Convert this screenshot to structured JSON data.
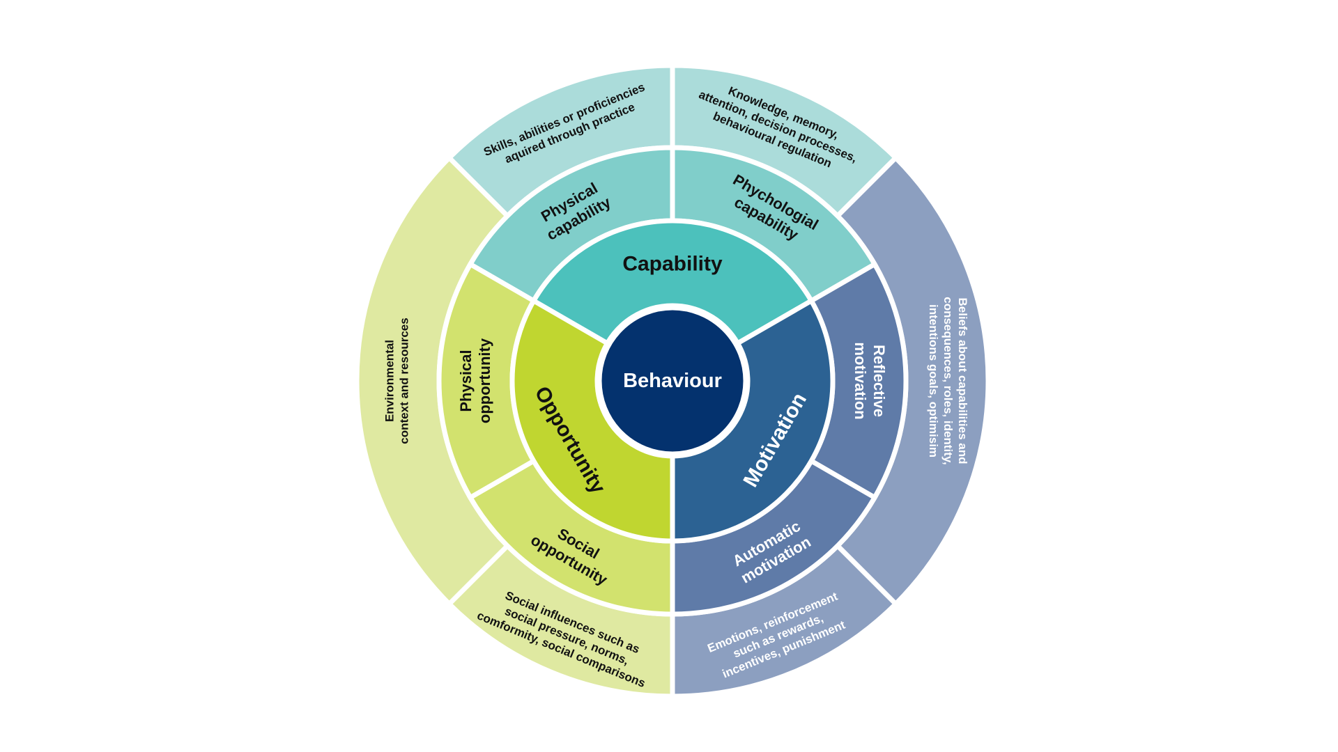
{
  "center": {
    "label": "Behaviour",
    "color": "#04326e",
    "text_color": "#ffffff"
  },
  "components": [
    {
      "id": "capability",
      "label": "Capability",
      "color": "#4cc1bc",
      "text_color": "#111111",
      "sub": [
        {
          "id": "physical-capability",
          "lines": [
            "Physical",
            "capability"
          ],
          "color": "#80ceca",
          "text_color": "#111111",
          "desc_lines": [
            "Skills, abilities or proficiencies",
            "aquired through practice"
          ],
          "desc_color": "#abdcda",
          "desc_text_color": "#111111"
        },
        {
          "id": "psychological-capability",
          "lines": [
            "Phychologial",
            "capability"
          ],
          "color": "#80ceca",
          "text_color": "#111111",
          "desc_lines": [
            "Knowledge, memory,",
            "attention, decision processes,",
            "behavioural regulation"
          ],
          "desc_color": "#abdcda",
          "desc_text_color": "#111111"
        }
      ]
    },
    {
      "id": "motivation",
      "label": "Motivation",
      "color": "#2c6293",
      "text_color": "#ffffff",
      "sub": [
        {
          "id": "reflective-motivation",
          "lines": [
            "Reflective",
            "motivation"
          ],
          "color": "#5f7ba8",
          "text_color": "#ffffff",
          "desc_lines": [
            "Beliefs about capabilities and",
            "consequences, roles, identity,",
            "intentions goals, optimisim"
          ],
          "desc_color": "#8c9fc0",
          "desc_text_color": "#ffffff"
        },
        {
          "id": "automatic-motivation",
          "lines": [
            "Automatic",
            "motivation"
          ],
          "color": "#5f7ba8",
          "text_color": "#ffffff",
          "desc_lines": [
            "Emotions, reinforcement",
            "such as rewards,",
            "incentives, punishment"
          ],
          "desc_color": "#8c9fc0",
          "desc_text_color": "#ffffff"
        }
      ]
    },
    {
      "id": "opportunity",
      "label": "Opportunity",
      "color": "#c0d630",
      "text_color": "#111111",
      "sub": [
        {
          "id": "social-opportunity",
          "lines": [
            "Social",
            "opportunity"
          ],
          "color": "#d2e26e",
          "text_color": "#111111",
          "desc_lines": [
            "Social influences such as",
            "social pressure, norms,",
            "comformity, social comparisons"
          ],
          "desc_color": "#dfe9a1",
          "desc_text_color": "#111111"
        },
        {
          "id": "physical-opportunity",
          "lines": [
            "Physical",
            "opportunity"
          ],
          "color": "#d2e26e",
          "text_color": "#111111",
          "desc_lines": [
            "Environmental",
            "context and resources"
          ],
          "desc_color": "#dfe9a1",
          "desc_text_color": "#111111"
        }
      ]
    }
  ]
}
